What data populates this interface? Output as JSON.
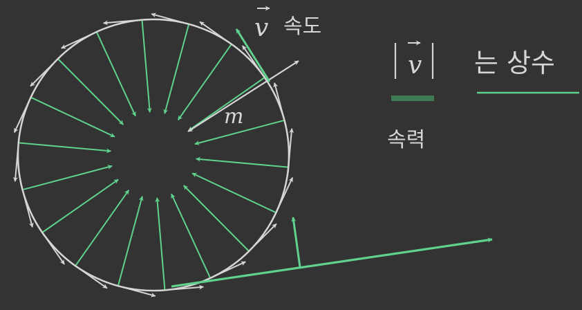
{
  "labels": {
    "velocity_symbol": "v",
    "velocity_word": "속도",
    "mass_symbol": "m",
    "speed_word": "속력",
    "constant_phrase": "는 상수"
  },
  "colors": {
    "background": "#333333",
    "white_vector": "#d6d6d6",
    "green_vector": "#5fd38d",
    "speed_underline": "#3f7a55",
    "text": "#d6d6d6"
  }
}
